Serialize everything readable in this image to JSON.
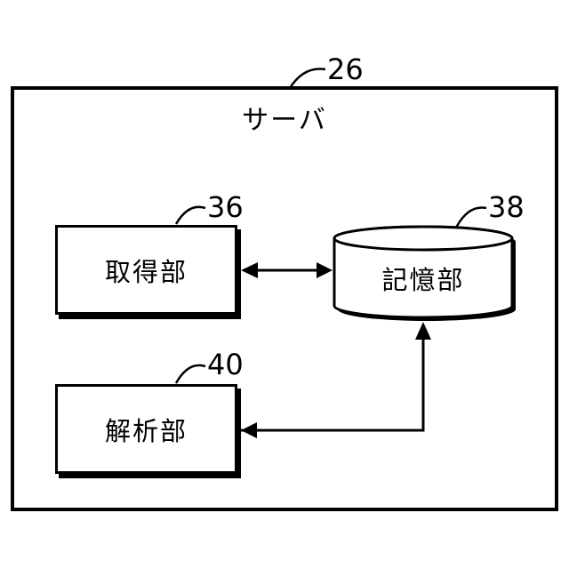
{
  "figure": {
    "server": {
      "ref": "26",
      "title": "サーバ"
    },
    "acquisition": {
      "ref": "36",
      "label": "取得部"
    },
    "storage": {
      "ref": "38",
      "label": "記憶部"
    },
    "analysis": {
      "ref": "40",
      "label": "解析部"
    }
  }
}
